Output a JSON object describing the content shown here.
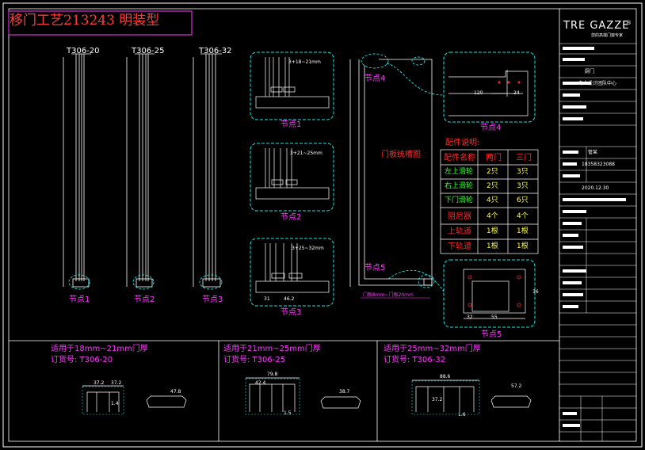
{
  "title": "移门工艺213243 明装型",
  "brand": {
    "name": "TRE GAZZE",
    "registered": "®",
    "tagline": "您的高端门窗专家"
  },
  "profiles": [
    {
      "code": "T306-20",
      "node": "节点1"
    },
    {
      "code": "T306-25",
      "node": "节点2"
    },
    {
      "code": "T306-32",
      "node": "节点3"
    }
  ],
  "details": {
    "node1": {
      "label": "节点1",
      "dim": "3+18~21mm"
    },
    "node2": {
      "label": "节点2",
      "dim": "3+21~25mm"
    },
    "node3": {
      "label": "节点3",
      "dim": "3+25~32mm",
      "dims": [
        "31",
        "46.2"
      ]
    },
    "node4": {
      "label": "节点4",
      "dims": [
        "120",
        "24"
      ]
    },
    "node5": {
      "label": "节点5",
      "dims": [
        "32",
        "55",
        "36"
      ]
    }
  },
  "door": {
    "title": "门板统槽图",
    "node4": "节点4",
    "node5": "节点5",
    "note": "门板8mm~门板20mm"
  },
  "parts_table": {
    "title": "配件说明:",
    "headers": [
      "配件名称",
      "两门",
      "三门"
    ],
    "rows": [
      [
        "左上滑轮",
        "2只",
        "3只"
      ],
      [
        "右上滑轮",
        "2只",
        "3只"
      ],
      [
        "下门滑轮",
        "4只",
        "6只"
      ],
      [
        "阻尼器",
        "4个",
        "4个"
      ],
      [
        "上轨道",
        "1根",
        "1根"
      ],
      [
        "下轨道",
        "1根",
        "1根"
      ]
    ]
  },
  "sections": [
    {
      "line1": "适用于18mm~21mm门厚",
      "line2": "订货号: T306-20",
      "dims": [
        "37.2",
        "37.2",
        "47.8",
        "1.4"
      ]
    },
    {
      "line1": "适用于21mm~25mm门厚",
      "line2": "订货号: T306-25",
      "dims": [
        "79.8",
        "42.4",
        "38.7",
        "1.5"
      ]
    },
    {
      "line1": "适用于25mm~32mm门厚",
      "line2": "订货号: T306-32",
      "dims": [
        "88.6",
        "37.2",
        "57.2",
        "1.6"
      ]
    }
  ],
  "title_block": {
    "project": "厨门",
    "designer": "专业设计团队中心",
    "phone": "18358323088",
    "date": "2020.12.30",
    "name": "管某"
  },
  "colors": {
    "frame": "#ffffff",
    "cyan": "#19e6e6",
    "magenta": "#ff38ff",
    "red": "#ff2a2a",
    "yellow": "#ffff33",
    "green": "#40ff40"
  }
}
